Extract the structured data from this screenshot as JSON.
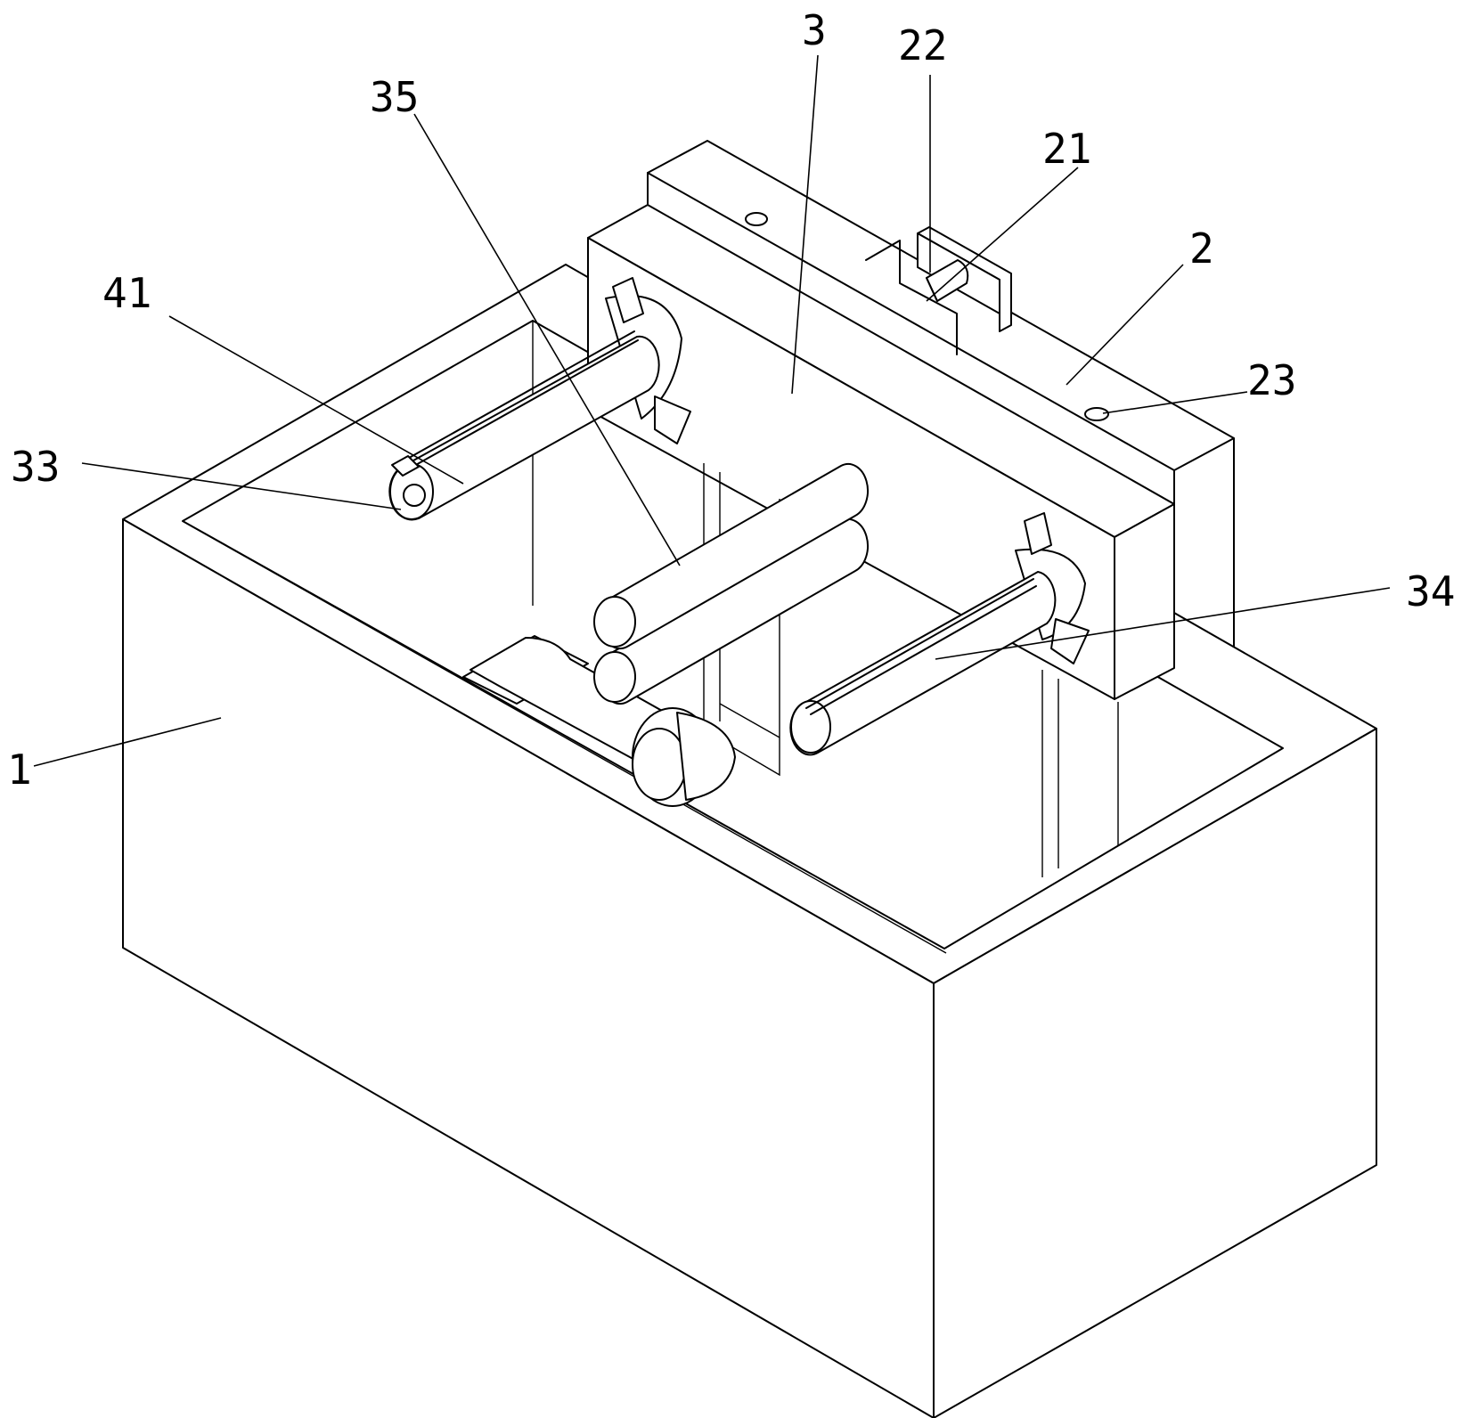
{
  "labels": [
    {
      "id": "1",
      "text": "1"
    },
    {
      "id": "2",
      "text": "2"
    },
    {
      "id": "3",
      "text": "3"
    },
    {
      "id": "21",
      "text": "21"
    },
    {
      "id": "22",
      "text": "22"
    },
    {
      "id": "23",
      "text": "23"
    },
    {
      "id": "33",
      "text": "33"
    },
    {
      "id": "34",
      "text": "34"
    },
    {
      "id": "35",
      "text": "35"
    },
    {
      "id": "41",
      "text": "41"
    }
  ]
}
